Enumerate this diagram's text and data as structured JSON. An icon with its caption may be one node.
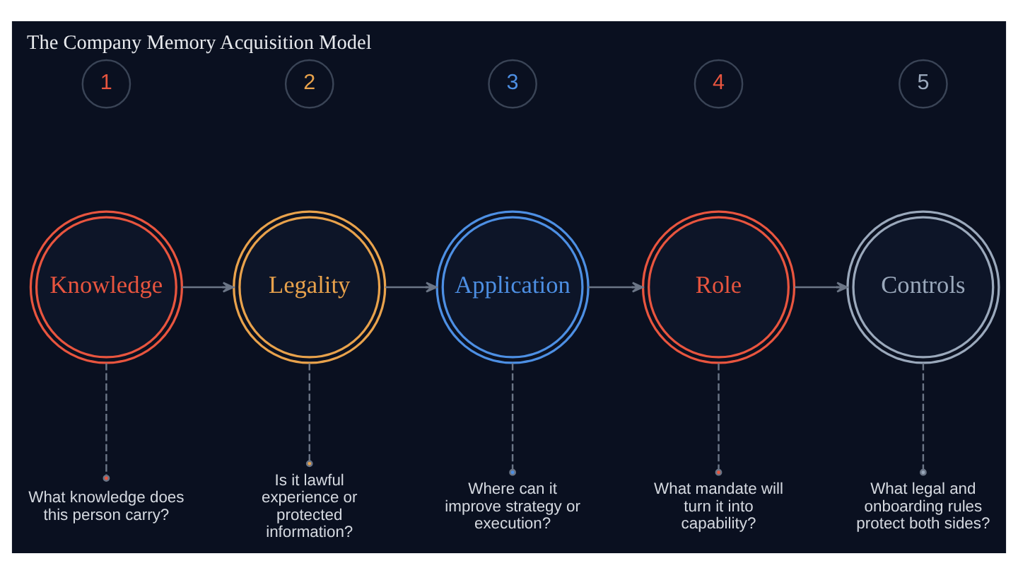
{
  "diagram": {
    "title": "The Company Memory Acquisition Model",
    "nodes": [
      {
        "text": [
          "1"
        ]
      },
      {
        "text": [
          "Knowledge"
        ]
      },
      {
        "text": [
          "What knowledge does this person carry?"
        ]
      },
      {
        "text": [
          "2"
        ]
      },
      {
        "text": [
          "Legality"
        ]
      },
      {
        "text": [
          "Is it lawful experience or protected information?"
        ]
      },
      {
        "text": [
          "3"
        ]
      },
      {
        "text": [
          "Application"
        ]
      },
      {
        "text": [
          "Where can it improve strategy or execution?"
        ]
      },
      {
        "text": [
          "4"
        ]
      },
      {
        "text": [
          "Role"
        ]
      },
      {
        "text": [
          "What mandate will turn it into capability?"
        ]
      },
      {
        "text": [
          "5"
        ]
      },
      {
        "text": [
          "Controls"
        ]
      },
      {
        "text": [
          "What legal and onboarding rules protect both sides?"
        ]
      }
    ],
    "edges": [
      {
        "from": 1,
        "to": 4,
        "arrow": "to"
      },
      {
        "from": 4,
        "to": 7,
        "arrow": "to"
      },
      {
        "from": 7,
        "to": 10,
        "arrow": "to"
      },
      {
        "from": 10,
        "to": 13,
        "arrow": "to"
      },
      {
        "from": 1,
        "to": 2,
        "arrow": "other",
        "style": "dashed"
      },
      {
        "from": 4,
        "to": 5,
        "arrow": "other",
        "style": "dashed"
      },
      {
        "from": 7,
        "to": 8,
        "arrow": "other",
        "style": "dashed"
      },
      {
        "from": 10,
        "to": 11,
        "arrow": "other",
        "style": "dashed"
      },
      {
        "from": 13,
        "to": 14,
        "arrow": "other",
        "style": "dashed"
      }
    ]
  }
}
